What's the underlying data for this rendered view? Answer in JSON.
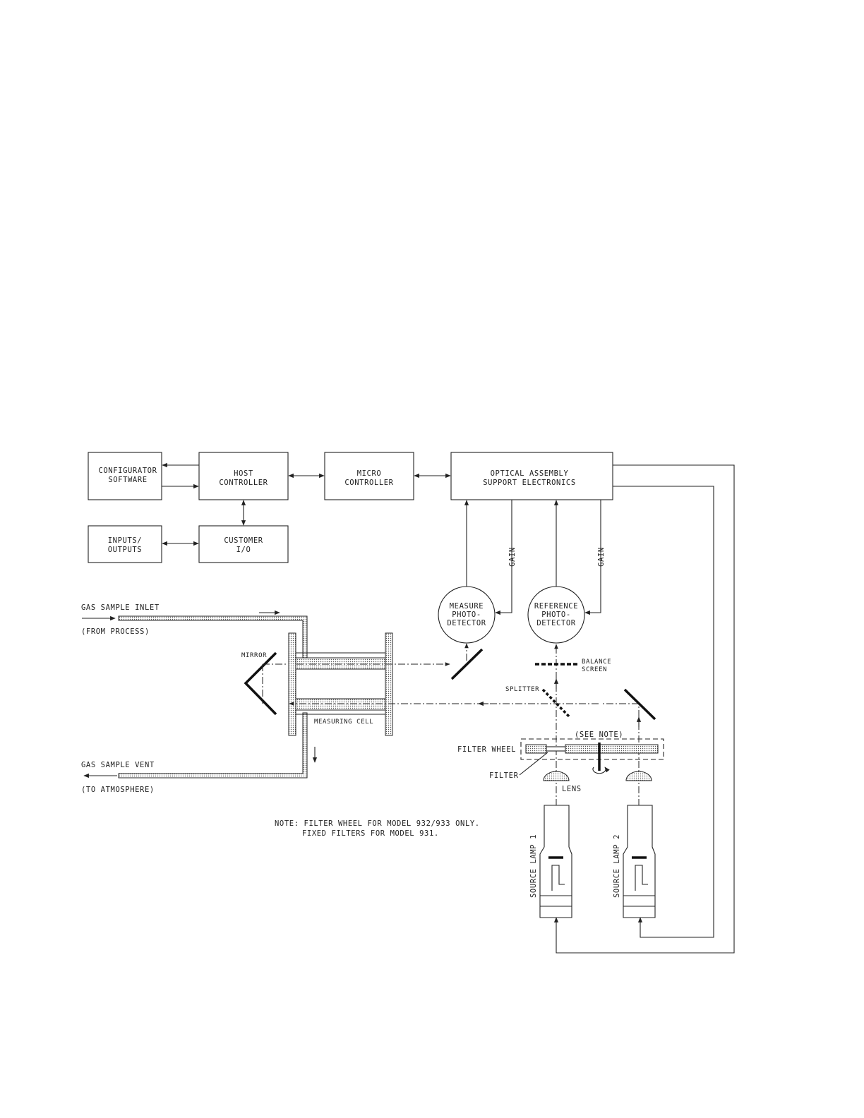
{
  "blocks": {
    "configurator": [
      "CONFIGURATOR",
      "SOFTWARE"
    ],
    "host": [
      "HOST",
      "CONTROLLER"
    ],
    "micro": [
      "MICRO",
      "CONTROLLER"
    ],
    "optical": [
      "OPTICAL ASSEMBLY",
      "SUPPORT ELECTRONICS"
    ],
    "inputs": [
      "INPUTS/",
      "OUTPUTS"
    ],
    "customer": [
      "CUSTOMER",
      "I/O"
    ]
  },
  "detectors": {
    "measure": [
      "MEASURE",
      "PHOTO-",
      "DETECTOR"
    ],
    "reference": [
      "REFERENCE",
      "PHOTO-",
      "DETECTOR"
    ]
  },
  "gain_label": "GAIN",
  "gas": {
    "inlet": "GAS SAMPLE INLET",
    "inlet_sub": "(FROM PROCESS)",
    "vent": "GAS SAMPLE VENT",
    "vent_sub": "(TO ATMOSPHERE)"
  },
  "labels": {
    "mirror": "MIRROR",
    "measuring_cell": "MEASURING CELL",
    "balance_screen": [
      "BALANCE",
      "SCREEN"
    ],
    "splitter": "SPLITTER",
    "see_note": "(SEE NOTE)",
    "filter_wheel": "FILTER WHEEL",
    "filter": "FILTER",
    "lens": "LENS",
    "lamp1": "SOURCE LAMP 1",
    "lamp2": "SOURCE LAMP 2"
  },
  "note": {
    "line1": "NOTE: FILTER WHEEL FOR MODEL 932/933 ONLY.",
    "line2": "FIXED FILTERS FOR MODEL 931."
  }
}
